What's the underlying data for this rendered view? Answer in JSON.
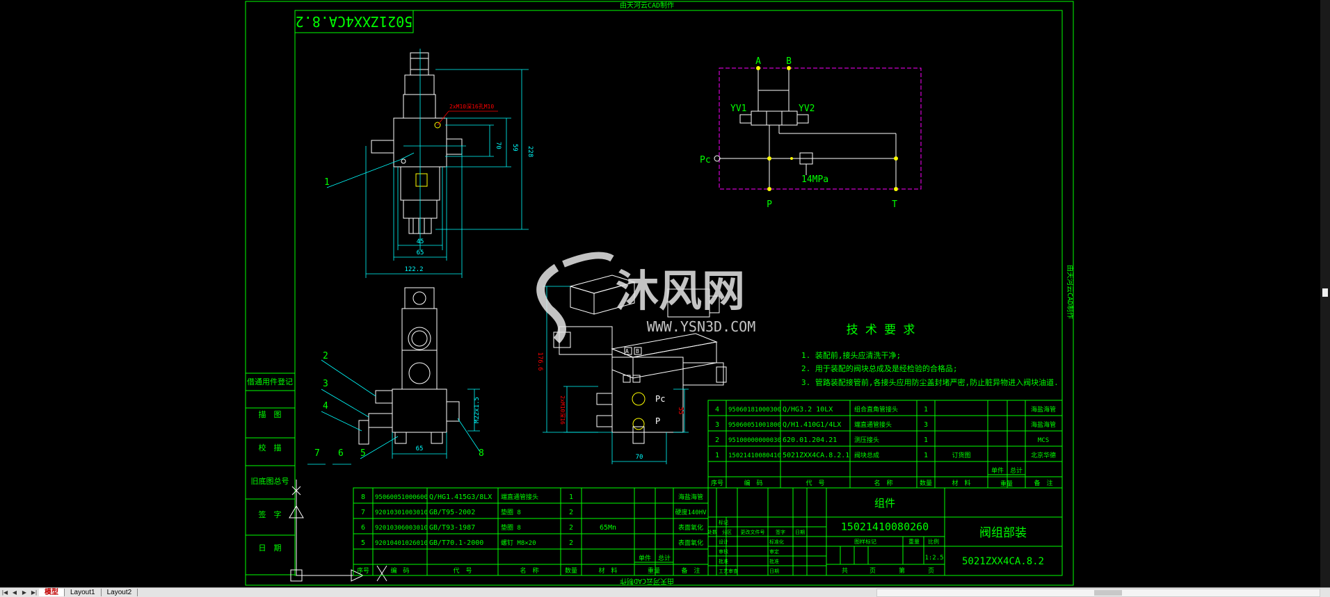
{
  "colors": {
    "background": "#000000",
    "frame": "#00ff00",
    "part": "#ffffff",
    "dimension": "#00ffff",
    "note": "#ff0000",
    "hydraulic_box": "#ff00ff",
    "node": "#ffff00",
    "text": "#00ff00"
  },
  "header_text": "由天河云CAD制作",
  "footer_text": "由天河云CAD制作",
  "side_text": "由天河云CAD制作",
  "drawing_code_box": "5021ZXX4CA.8.2",
  "watermark": {
    "brand": "沐风网",
    "url": "WWW.YSN3D.COM"
  },
  "left_stamp": [
    "借通用件登记",
    "描　图",
    "校　描",
    "旧底图总号",
    "签　字",
    "日　期"
  ],
  "front_view": {
    "note": "2xM10深16孔M10",
    "dims": [
      "228",
      "59",
      "70",
      "45",
      "65",
      "122.2"
    ],
    "label": "1"
  },
  "side_view": {
    "dims": [
      "M22x1.5",
      "65"
    ],
    "labels": [
      "2",
      "3",
      "4",
      "5",
      "6",
      "7",
      "8"
    ]
  },
  "iso_view": {
    "dims": [
      "176.6",
      "2xM10深16",
      "55",
      "70"
    ],
    "ports": [
      "A",
      "B",
      "Pc",
      "P"
    ]
  },
  "hydraulic": {
    "ports": [
      "A",
      "B",
      "Pc",
      "P",
      "T"
    ],
    "coils": [
      "YV1",
      "YV2"
    ],
    "pressure": "14MPa"
  },
  "tech_req": {
    "title": "技 术 要 求",
    "items": [
      "1. 装配前,接头应清洗干净;",
      "2. 用于装配的阀块总成及是经检验的合格品;",
      "3. 管路装配接管前,各接头应用防尘盖封堵严密,防止脏异物进入阀块油道."
    ]
  },
  "bom_upper": [
    {
      "no": "4",
      "code": "95060181000300",
      "std": "Q/HG3.2 10LX",
      "name": "组合直角管接头",
      "qty": "1",
      "mat": "",
      "note": "海盐海管"
    },
    {
      "no": "3",
      "code": "95060051001800",
      "std": "Q/H1.410G1/4LX",
      "name": "端直通管接头",
      "qty": "3",
      "mat": "",
      "note": "海盐海管"
    },
    {
      "no": "2",
      "code": "95100000000030",
      "std": "620.01.204.21",
      "name": "测压接头",
      "qty": "1",
      "mat": "",
      "note": "MCS"
    },
    {
      "no": "1",
      "code": "15021410080410",
      "std": "5021ZXX4CA.8.2.1",
      "name": "阀块总成",
      "qty": "1",
      "mat": "订货图",
      "note": "北京华德"
    }
  ],
  "bom_upper_header": [
    "序号",
    "编　码",
    "代　号",
    "名　称",
    "数量",
    "材　料",
    "单件",
    "总计",
    "备　注"
  ],
  "bom_upper_weight": "重量",
  "bom_lower": [
    {
      "no": "8",
      "code": "95060051000600",
      "std": "Q/HG1.415G3/8LX",
      "name": "端直通管接头",
      "qty": "1",
      "mat": "",
      "note": "海盐海管"
    },
    {
      "no": "7",
      "code": "92010301003010",
      "std": "GB/T95-2002",
      "name": "垫圈 8",
      "qty": "2",
      "mat": "",
      "note": "硬度140HV"
    },
    {
      "no": "6",
      "code": "92010306003010",
      "std": "GB/T93-1987",
      "name": "垫圈 8",
      "qty": "2",
      "mat": "65Mn",
      "note": "表面氧化"
    },
    {
      "no": "5",
      "code": "92010401026010",
      "std": "GB/T70.1-2000",
      "name": "螺钉 M8×20",
      "qty": "2",
      "mat": "",
      "note": "表面氧化"
    }
  ],
  "bom_lower_header": [
    "序号",
    "编　码",
    "代　号",
    "名　称",
    "数量",
    "材　料",
    "单件",
    "总计",
    "备　注"
  ],
  "bom_lower_weight": "重量",
  "title_block": {
    "group": "组件",
    "part_code": "15021410080260",
    "title": "阀组部装",
    "drawing_no": "5021ZXX4CA.8.2",
    "scale": "1:2.5",
    "sign_rows": [
      "标记",
      "设计",
      "审核",
      "批准",
      "工艺审查"
    ],
    "sign_cols": [
      "处数",
      "分区",
      "更改文件号",
      "签字",
      "日期"
    ],
    "std_checks": [
      "标准化",
      "审定",
      "批准",
      "日期"
    ],
    "stage": [
      "图样标记",
      "重量",
      "比例"
    ],
    "sheets": [
      "共",
      "页",
      "第",
      "页"
    ]
  },
  "layout_tabs": [
    "模型",
    "Layout1",
    "Layout2"
  ]
}
